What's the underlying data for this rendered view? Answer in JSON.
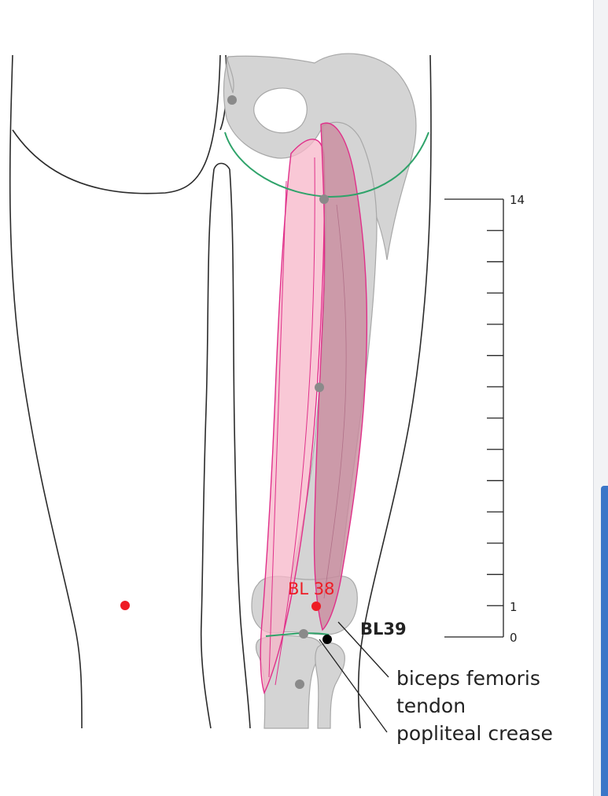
{
  "labels": {
    "point_bl38": "BL 38",
    "point_bl39": "BL39",
    "biceps_line1": "biceps femoris",
    "biceps_line2": "tendon",
    "popliteal": "popliteal crease"
  },
  "scale": {
    "top_value": "14",
    "one_value": "1",
    "zero_value": "0",
    "tick_count": 14
  },
  "colors": {
    "outline": "#2b2b2b",
    "bone_fill": "#d4d4d4",
    "bone_stroke": "#a8a8a8",
    "muscle_light": "#f7b6c8",
    "muscle_dark": "#c98b9e",
    "muscle_stroke": "#e0308a",
    "gluteal_crease": "#2fa36a",
    "point_red": "#ee1c24",
    "point_black": "#000000",
    "point_grey": "#8a8a8a",
    "label_red": "#ee1c24",
    "label_dark": "#222222"
  }
}
